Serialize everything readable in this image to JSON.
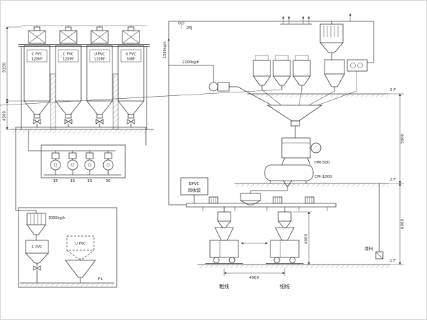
{
  "diagram": {
    "silos": [
      {
        "name": "C PVC",
        "capacity": "120M³"
      },
      {
        "name": "C PVC",
        "capacity": "120M³"
      },
      {
        "name": "U PVC",
        "capacity": "120M³"
      },
      {
        "name": "U PVC",
        "capacity": "30M³"
      }
    ],
    "blower_ratings": [
      "15",
      "15",
      "15",
      "30"
    ],
    "flows": {
      "silo_feed": "1500kg/h",
      "transfer": "2100kg/h",
      "day_bin": "3000kg/h"
    },
    "hoist": "2吨",
    "day_bins": {
      "c_pvc": "C PVC",
      "u_pvc": "U PVC",
      "floor_level": "F.L"
    },
    "recycle_bag": {
      "line1": "EPVC",
      "line2": "回收袋"
    },
    "equipment": {
      "mixer": "HM-500",
      "cooling_mixer": "CM-1000"
    },
    "floors": {
      "f3": "3 F",
      "f2": "2 F",
      "f1": "1 F"
    },
    "dimensions": {
      "silo_height": "9150",
      "silo_lower": "4500",
      "floor3_to_2": "5900",
      "floor2_to_1": "6000",
      "extruder_span": "4000",
      "extruder_height": "4000"
    },
    "extruder_lines": {
      "left": "粗线",
      "right": "细线"
    },
    "cleaning": "清扫"
  }
}
